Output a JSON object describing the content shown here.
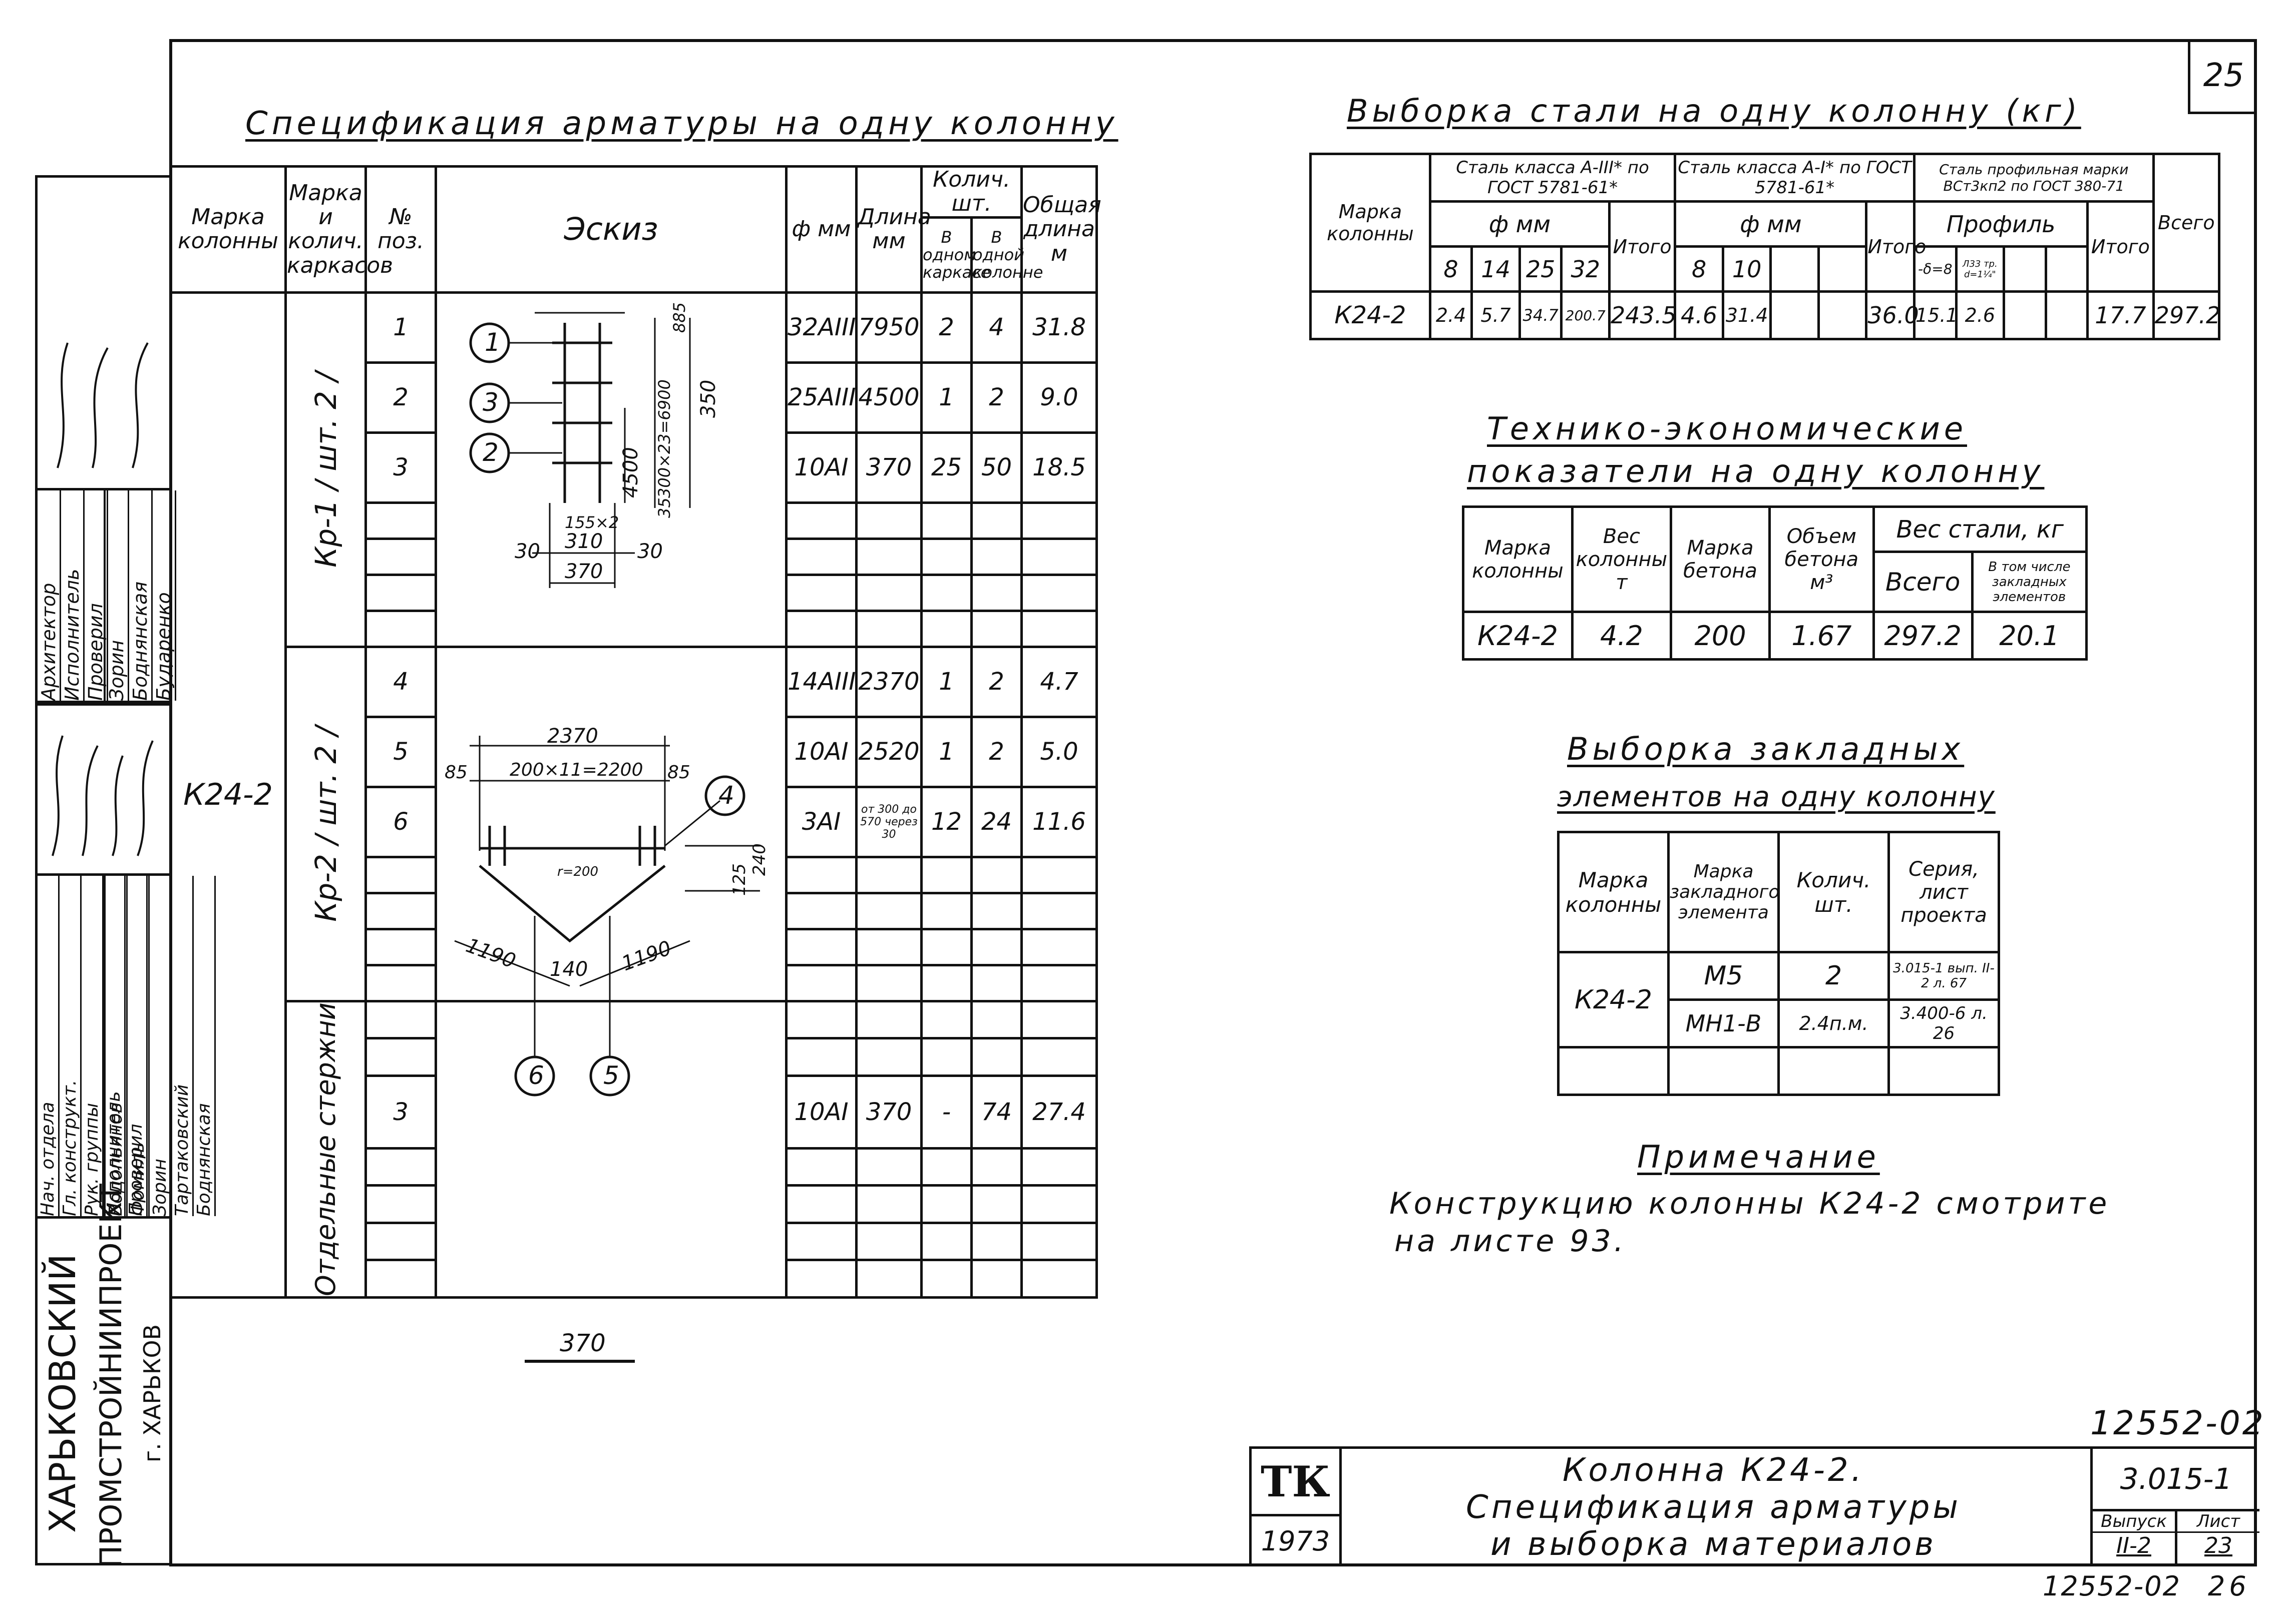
{
  "page_number": "25",
  "spec_title": "Спецификация арматуры на одну колонну",
  "spec": {
    "headers": {
      "mark": "Марка колонны",
      "frame_mark": "Марка и колич. каркасов",
      "pos": "№ поз.",
      "sketch": "Эскиз",
      "phi": "ф мм",
      "length": "Длина мм",
      "qty": "Колич. шт.",
      "qty_frame": "В одном каркасе",
      "qty_column": "В одной колонне",
      "total_len": "Общая длина м"
    },
    "column_mark": "К24-2",
    "groups": [
      {
        "label": "Кр-1 / шт. 2 /"
      },
      {
        "label": "Кр-2 / шт. 2 /"
      },
      {
        "label": "Отдельные стержни"
      }
    ],
    "rows": [
      {
        "pos": "1",
        "phi": "32АIII",
        "len": "7950",
        "frame": "2",
        "col": "4",
        "total": "31.8"
      },
      {
        "pos": "2",
        "phi": "25АIII",
        "len": "4500",
        "frame": "1",
        "col": "2",
        "total": "9.0"
      },
      {
        "pos": "3",
        "phi": "10АI",
        "len": "370",
        "frame": "25",
        "col": "50",
        "total": "18.5"
      },
      {
        "pos": "4",
        "phi": "14АIII",
        "len": "2370",
        "frame": "1",
        "col": "2",
        "total": "4.7"
      },
      {
        "pos": "5",
        "phi": "10АI",
        "len": "2520",
        "frame": "1",
        "col": "2",
        "total": "5.0"
      },
      {
        "pos": "6",
        "phi": "3АI",
        "len": "от 300 до 570 через 30",
        "frame": "12",
        "col": "24",
        "total": "11.6"
      },
      {
        "pos": "3",
        "phi": "10АI",
        "len": "370",
        "frame": "-",
        "col": "74",
        "total": "27.4"
      }
    ]
  },
  "sketch": {
    "s1": {
      "d1": "4500",
      "d2": "350",
      "d3": "300×23=6900",
      "d4": "35",
      "d5": "885",
      "d6": "155×2",
      "d7": "30",
      "d8": "310",
      "d9": "30",
      "d10": "370",
      "c1": "1",
      "c2": "3",
      "c3": "2"
    },
    "s2": {
      "d1": "2370",
      "d2": "85",
      "d3": "200×11=2200",
      "d4": "85",
      "d5": "125",
      "d6": "240",
      "d7": "1190",
      "d8": "140",
      "d9": "1190",
      "d10": "r=200",
      "c4": "4",
      "c5": "5",
      "c6": "6"
    },
    "s3": {
      "d1": "370"
    }
  },
  "steel": {
    "title": "Выборка стали на одну колонну (кг)",
    "mark": "Марка колонны",
    "g1": "Сталь класса А-III* по ГОСТ 5781-61*",
    "g2": "Сталь класса А-I* по ГОСТ 5781-61*",
    "g3": "Сталь профильная марки ВСт3кп2 по ГОСТ 380-71",
    "phi_mm": "ф мм",
    "itogo": "Итого",
    "profile": "Профиль",
    "vsego": "Всего",
    "d1": [
      "8",
      "14",
      "25",
      "32"
    ],
    "d2": [
      "8",
      "10"
    ],
    "d3": [
      "-δ=8",
      "Л33 тр. d=1¼\""
    ],
    "row": {
      "mark": "К24-2",
      "v": [
        "2.4",
        "5.7",
        "34.7",
        "200.7"
      ],
      "itogo1": "243.5",
      "v2": [
        "4.6",
        "31.4"
      ],
      "itogo2": "36.0",
      "v3": [
        "15.1",
        "2.6"
      ],
      "itogo3": "17.7",
      "vsego": "297.2"
    }
  },
  "tech": {
    "title1": "Технико-экономические",
    "title2": "показатели на одну колонну",
    "h_mark": "Марка колонны",
    "h_weight": "Вес колонны т",
    "h_concrete": "Марка бетона",
    "h_volume": "Объем бетона м³",
    "h_steel": "Вес стали, кг",
    "h_total": "Всего",
    "h_incl": "В том числе закладных элементов",
    "row": {
      "mark": "К24-2",
      "weight": "4.2",
      "concrete": "200",
      "volume": "1.67",
      "total": "297.2",
      "incl": "20.1"
    }
  },
  "embed": {
    "title1": "Выборка закладных",
    "title2": "элементов на одну колонну",
    "h_mark": "Марка колонны",
    "h_elem": "Марка закладного элемента",
    "h_qty": "Колич. шт.",
    "h_series": "Серия, лист проекта",
    "mark": "К24-2",
    "rows": [
      {
        "elem": "М5",
        "qty": "2",
        "series": "3.015-1 вып. II-2 л. 67"
      },
      {
        "elem": "МН1-В",
        "qty": "2.4п.м.",
        "series": "3.400-6 л. 26"
      }
    ]
  },
  "note": {
    "title": "Примечание",
    "text1": "Конструкцию колонны К24-2 смотрите",
    "text2": "на листе 93."
  },
  "stamp": {
    "code": "12552-02",
    "logo": "ТК",
    "year": "1973",
    "t1": "Колонна К24-2.",
    "t2": "Спецификация арматуры",
    "t3": "и выборка материалов",
    "series": "3.015-1",
    "vyp_label": "Выпуск",
    "vyp": "II-2",
    "list_label": "Лист",
    "list": "23",
    "bottom": "12552-02",
    "bottom_page": "26"
  },
  "side": {
    "org1": "ХАРЬКОВСКИЙ",
    "org2": "ПРОМСТРОЙНИИПРОЕКТ",
    "org3": "г. ХАРЬКОВ",
    "roles_top": [
      "Архитектор",
      "Исполнитель",
      "Проверил"
    ],
    "names_top": [
      "Зорин",
      "Боднянская",
      "Бударенко"
    ],
    "roles_bot": [
      "Нач. отдела",
      "Гл. конструкт.",
      "Рук. группы",
      "Исполнитель",
      "Проверил"
    ],
    "names_bot": [
      "Водопьянов",
      "Фомиль",
      "Зорин",
      "Тартаковский",
      "Боднянская"
    ]
  }
}
